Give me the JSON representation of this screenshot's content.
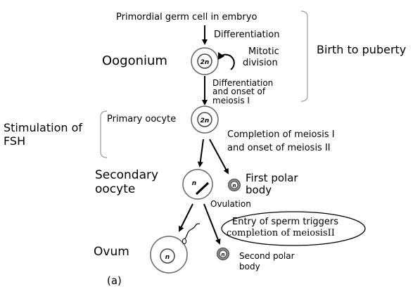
{
  "labels": {
    "primordial": "Primordial germ cell in embryo",
    "differentiation": "Differentiation",
    "oogonium": "Oogonium",
    "mitotic_1": "Mitotic",
    "mitotic_2": "division",
    "diff_onset_1": "Differentiation",
    "diff_onset_2": "and onset of",
    "diff_onset_3": "meiosis I",
    "birth_to_puberty": "Birth to puberty",
    "stimulation_1": "Stimulation of",
    "stimulation_2": "FSH",
    "primary_oocyte": "Primary oocyte",
    "completion_1": "Completion of meiosis I",
    "completion_2": "and onset of meiosis II",
    "secondary_1": "Secondary",
    "secondary_2": "oocyte",
    "first_polar_1": "First polar",
    "first_polar_2": "body",
    "ovulation": "Ovulation",
    "sperm_1": "Entry of sperm triggers",
    "sperm_2": "completion of meiosisII",
    "ovum": "Ovum",
    "second_polar_1": "Second polar",
    "second_polar_2": "body",
    "figure_label": "(a)"
  },
  "cells": {
    "oogonium_ploidy": "2n",
    "primary_ploidy": "2n",
    "secondary_ploidy": "n",
    "first_polar_ploidy": "n",
    "ovum_ploidy": "n",
    "second_polar_ploidy": "n"
  },
  "colors": {
    "ink": "#000000",
    "bracket": "#9a9a9a",
    "polar_fill": "#8a8a8a"
  }
}
